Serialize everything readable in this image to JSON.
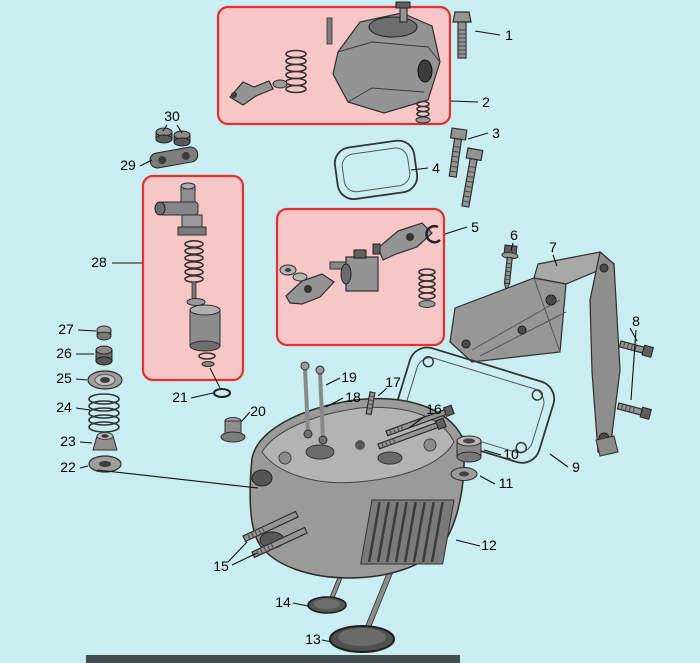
{
  "colors": {
    "background": "#c9edf0",
    "highlight_fill": "#f7c7c7",
    "highlight_border": "#e42f2f",
    "metal_mid": "#949494",
    "metal_dark": "#5f5f5f",
    "metal_light": "#b6b6b6",
    "label_color": "#000000",
    "leader_color": "#111111"
  },
  "part_labels": [
    "1",
    "2",
    "3",
    "4",
    "5",
    "6",
    "7",
    "8",
    "9",
    "10",
    "11",
    "12",
    "13",
    "14",
    "15",
    "16",
    "17",
    "18",
    "19",
    "20",
    "21",
    "22",
    "23",
    "24",
    "25",
    "26",
    "27",
    "28",
    "29",
    "30"
  ],
  "highlight_boxes": [
    {
      "name": "valve-cover-assembly",
      "label_ref": "2"
    },
    {
      "name": "injector-assembly",
      "label_ref": "28"
    },
    {
      "name": "rocker-arm-assembly",
      "label_ref": "5"
    }
  ]
}
